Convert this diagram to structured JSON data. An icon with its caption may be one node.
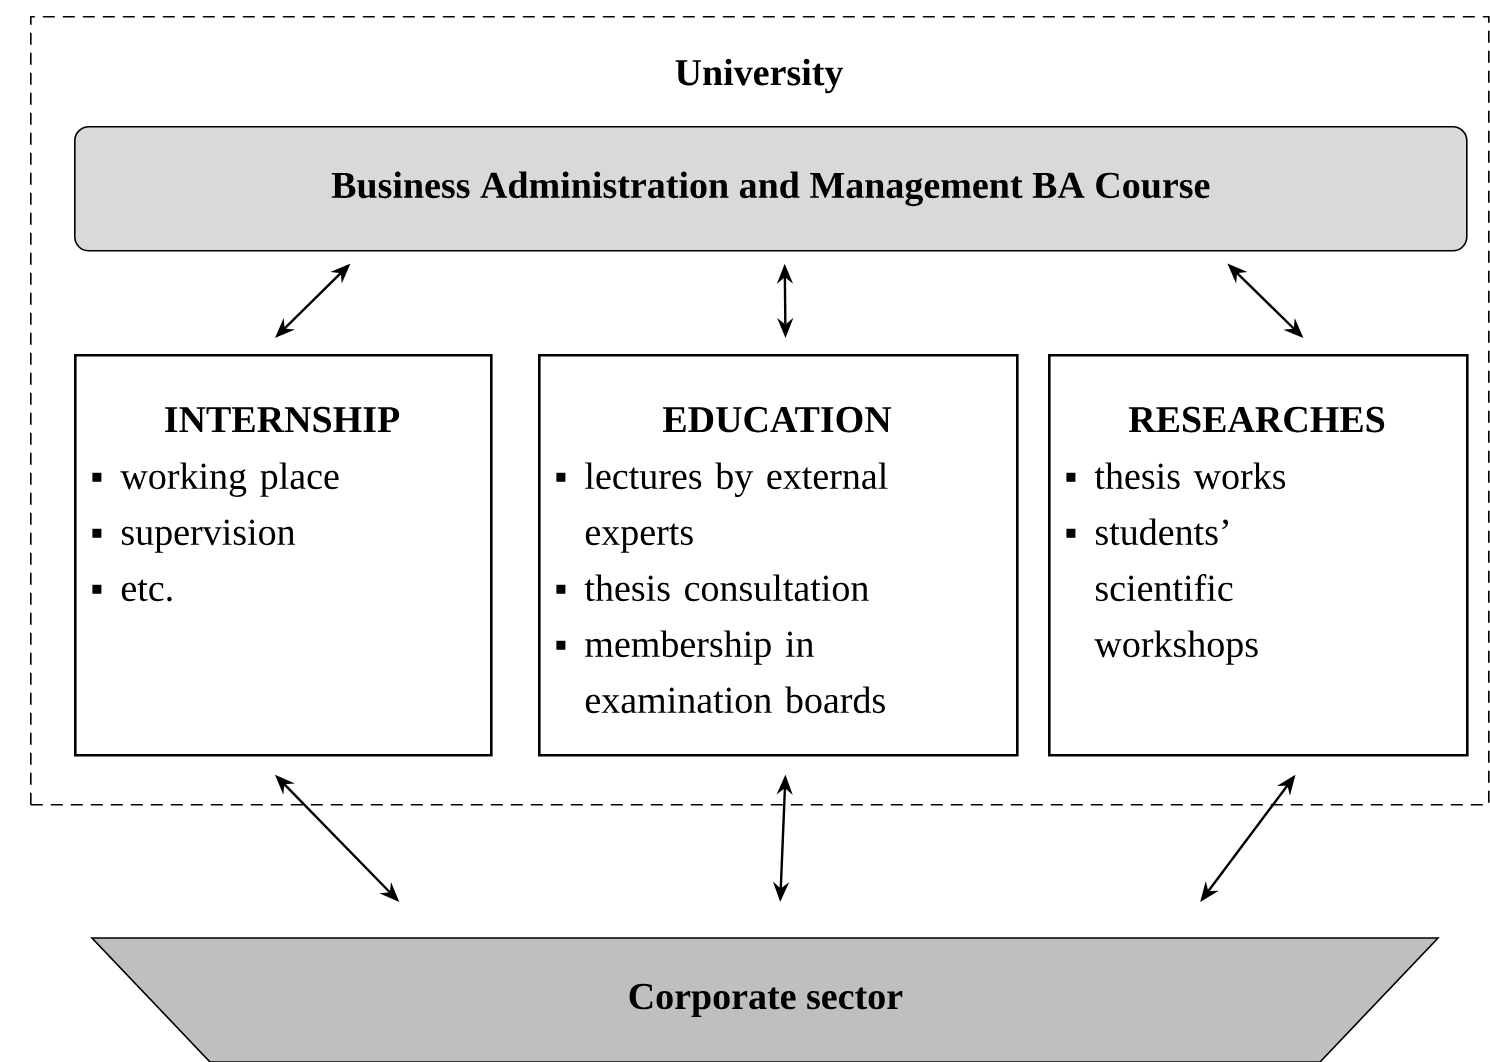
{
  "diagram": {
    "nodes": [
      {
        "text": [
          "University"
        ]
      },
      {
        "text": [
          "Business Administration and Management BA Course"
        ],
        "in": 0
      },
      {
        "text": [
          "INTERNSHIP",
          "working place",
          "supervision",
          "etc."
        ],
        "in": 0
      },
      {
        "text": [
          "EDUCATION",
          "lectures by external experts",
          "thesis consultation",
          "membership in examination boards"
        ],
        "in": 0
      },
      {
        "text": [
          "RESEARCHES",
          "thesis works",
          "students’ scientific workshops"
        ],
        "in": 0
      },
      {
        "text": [
          "Corporate sector"
        ]
      }
    ],
    "edges": [
      {
        "from": 1,
        "to": 2,
        "arrow": "both"
      },
      {
        "from": 1,
        "to": 3,
        "arrow": "both"
      },
      {
        "from": 1,
        "to": 4,
        "arrow": "both"
      },
      {
        "from": 2,
        "to": 5,
        "arrow": "both"
      },
      {
        "from": 3,
        "to": 5,
        "arrow": "both"
      },
      {
        "from": 4,
        "to": 5,
        "arrow": "both"
      }
    ]
  }
}
